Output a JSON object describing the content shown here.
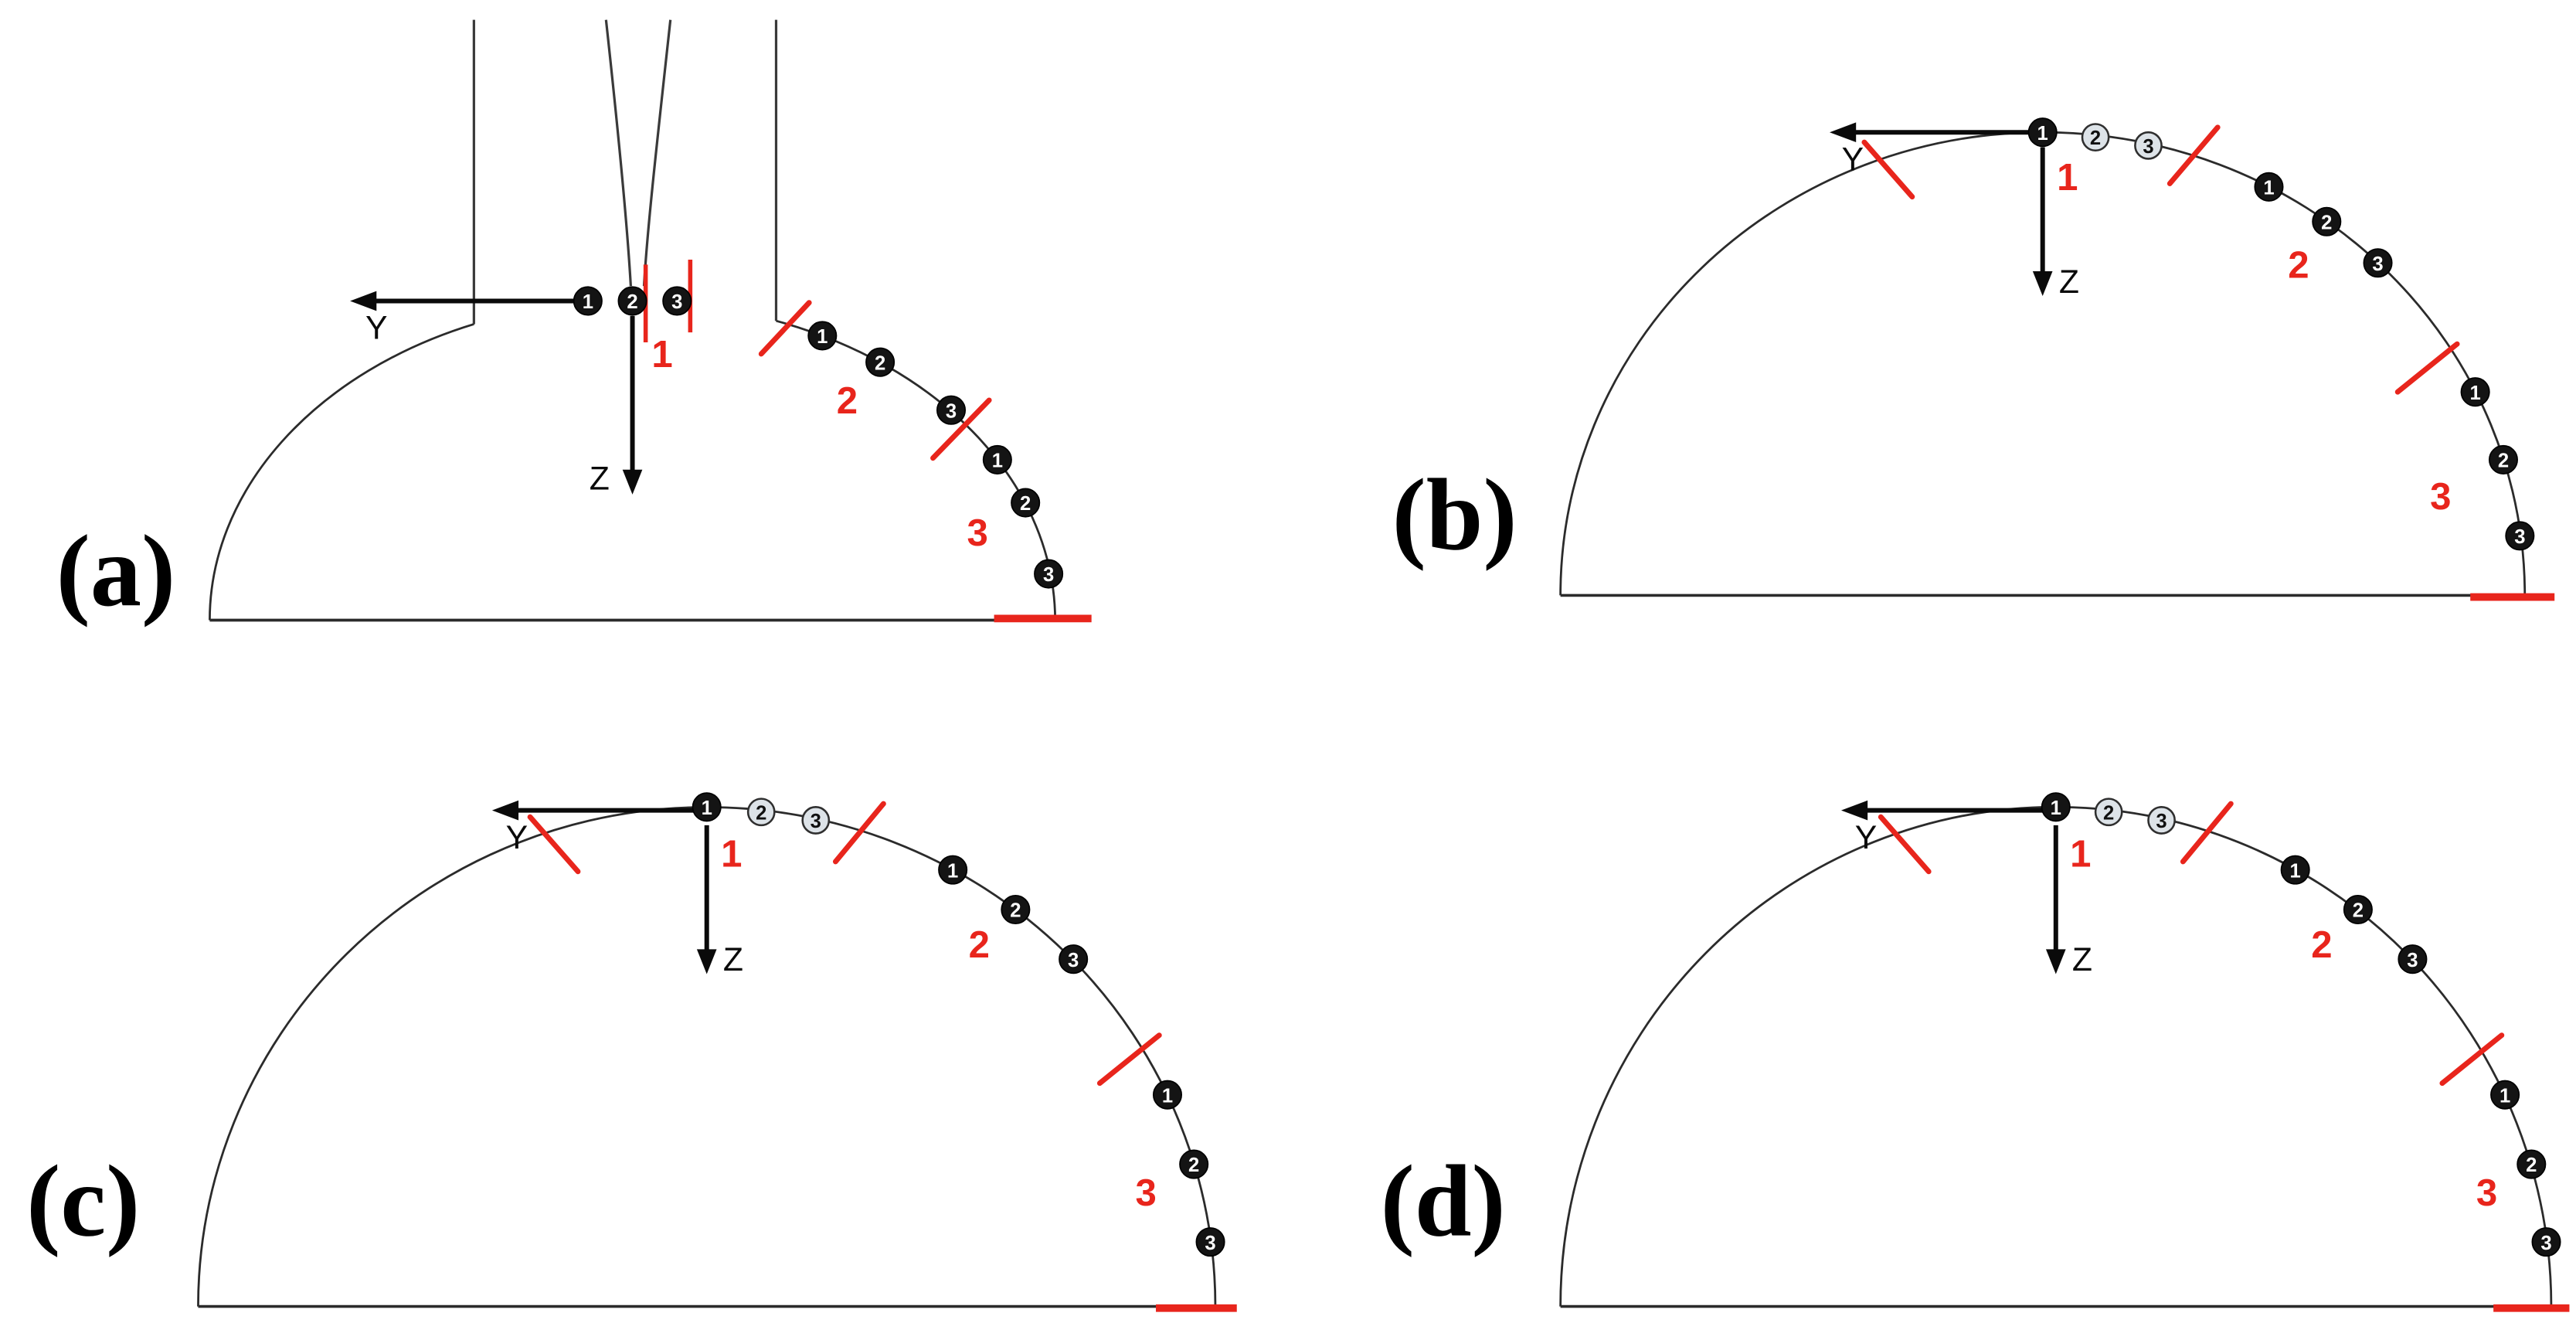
{
  "figure": {
    "background": "#ffffff",
    "accent_red": "#e8251c",
    "line_black": "#111111"
  },
  "panels": [
    {
      "label": "(a)",
      "axis_y": "Y",
      "axis_z": "Z",
      "zones": [
        {
          "label": "1",
          "markers": [
            "1",
            "2",
            "3"
          ]
        },
        {
          "label": "2",
          "markers": [
            "1",
            "2",
            "3"
          ]
        },
        {
          "label": "3",
          "markers": [
            "1",
            "2",
            "3"
          ]
        }
      ]
    },
    {
      "label": "(b)",
      "axis_y": "Y",
      "axis_z": "Z",
      "zones": [
        {
          "label": "1",
          "markers": [
            "1",
            "2",
            "3"
          ]
        },
        {
          "label": "2",
          "markers": [
            "1",
            "2",
            "3"
          ]
        },
        {
          "label": "3",
          "markers": [
            "1",
            "2",
            "3"
          ]
        }
      ]
    },
    {
      "label": "(c)",
      "axis_y": "Y",
      "axis_z": "Z",
      "zones": [
        {
          "label": "1",
          "markers": [
            "1",
            "2",
            "3"
          ]
        },
        {
          "label": "2",
          "markers": [
            "1",
            "2",
            "3"
          ]
        },
        {
          "label": "3",
          "markers": [
            "1",
            "2",
            "3"
          ]
        }
      ]
    },
    {
      "label": "(d)",
      "axis_y": "Y",
      "axis_z": "Z",
      "zones": [
        {
          "label": "1",
          "markers": [
            "1",
            "2",
            "3"
          ]
        },
        {
          "label": "2",
          "markers": [
            "1",
            "2",
            "3"
          ]
        },
        {
          "label": "3",
          "markers": [
            "1",
            "2",
            "3"
          ]
        }
      ]
    }
  ]
}
